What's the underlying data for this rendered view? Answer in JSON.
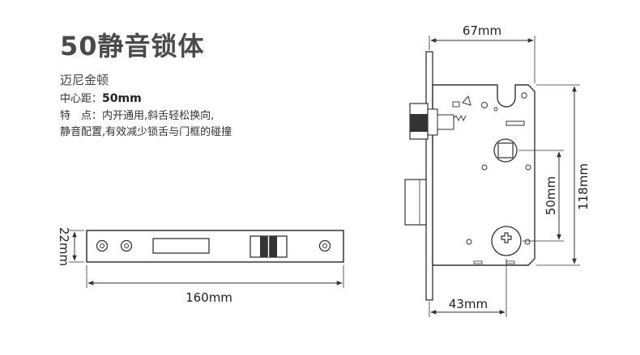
{
  "title": "50静音锁体",
  "brand": "迈尼金顿",
  "specs": {
    "center_label": "中心距：",
    "center_value": "50mm",
    "feature_label": "特　点：",
    "feature_line1": "内开通用,斜舌轻松换向,",
    "feature_line2": "静音配置,有效减少锁舌与门框的碰撞"
  },
  "dimensions": {
    "width_total": "67mm",
    "height_total": "118mm",
    "center_distance": "50mm",
    "backset": "43mm",
    "faceplate_width": "22mm",
    "faceplate_length": "160mm"
  }
}
